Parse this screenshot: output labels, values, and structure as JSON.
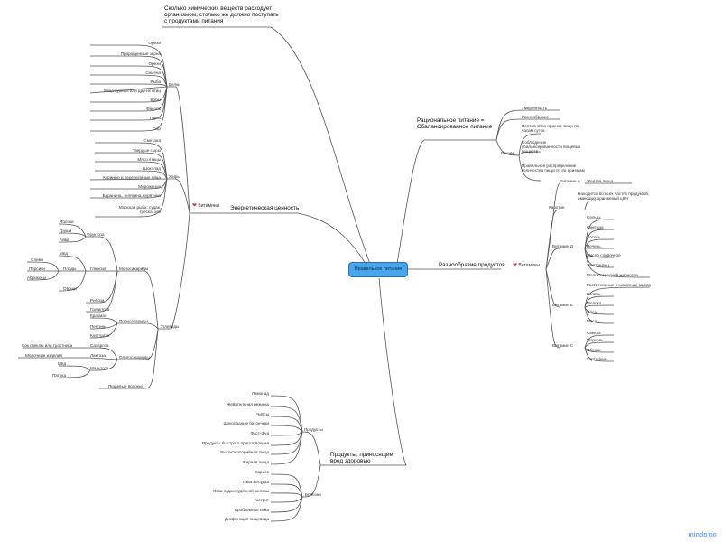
{
  "center": "Правильное питание",
  "note": "Сколько химических веществ расходует организмом, столько же должно поступать с продуктами питания",
  "branches": {
    "energy": "Энергетическая ценность",
    "rational": "Рациональное питание = Сбалансированное питание",
    "variety": "Разнообразие продуктов",
    "harmful": "Продукты, приносящие вред здоровью"
  },
  "vitamins_label": "Витамины",
  "proteins": {
    "label": "Белки",
    "items": [
      "Орехи",
      "Пророщенные зерна",
      "Орехи",
      "Семена",
      "Рыба",
      "Яйца курицы или других птиц",
      "Бобы",
      "Фасоль",
      "Горох",
      "Сыр"
    ]
  },
  "fats": {
    "label": "Жиры",
    "items": [
      "Сметана",
      "Твердые сыры",
      "Мясо птицы",
      "Шоколад",
      "Куриные и перепелиные яйца",
      "Мороженое",
      "Баранина, телятина, курятина",
      "Морская рыба: судак, треска, хек"
    ]
  },
  "carbs": {
    "label": "Углеводы",
    "mono": "Моносахариды",
    "fructose": "Фруктоза",
    "fructose_items": [
      "Яблоки",
      "Груши",
      "Айва"
    ],
    "glucose": "Глюкоза",
    "glucose_items": [
      "Мёд",
      "Сливы",
      "Персики",
      "Абрикосы",
      "Овощи"
    ],
    "fruits": "Плоды",
    "ribose": "Рибоза",
    "galactose": "Галактоза",
    "poly": "Полисахариды",
    "poly_items": [
      "Крахмал",
      "Пектины",
      "Клетчатка"
    ],
    "oligo": "Олигосахариды",
    "sucrose": "Сахароза",
    "sucrose_item": "Сок свеклы или тростника",
    "lactose": "Лактоза",
    "lactose_item": "Молочные изделия",
    "maltose": "Мальтоза",
    "maltose_items": [
      "Мёд",
      "Патока"
    ],
    "fiber": "Пищевые волокна"
  },
  "rational_items": {
    "moderation": "Умеренность",
    "variety": "Разнообразие",
    "regime": "Режим",
    "regime_items": [
      "Постоянство приема пищи по часам суток",
      "Соблюдение сбалансированности пищевых веществ",
      "Правильное распределение количества пищи по ее приемам"
    ]
  },
  "vitamin_groups": [
    {
      "label": "Витамин А",
      "items": [
        "Желтая пища"
      ]
    },
    {
      "label": "Каротин",
      "items": [
        "Находится во всех частях продуктов, имеющих оранжевый цвет"
      ]
    },
    {
      "label": "Витамин Д",
      "items": [
        "Сельдь",
        "Сметана",
        "Лосось",
        "Печень",
        "Масло сливочное",
        "Желток яиц",
        "Молоко средней жирности"
      ]
    },
    {
      "label": "Витамин Е",
      "items": [
        "Растительные и животные масла",
        "Зелень",
        "Молоко",
        "Яйца",
        "Мясо"
      ]
    },
    {
      "label": "Витамин С",
      "items": [
        "Свекла",
        "Морковь",
        "Яблоки",
        "Картофель"
      ]
    }
  ],
  "harmful": {
    "products": "Продукты",
    "product_items": [
      "Лимонад",
      "Жевательная резинка",
      "Чипсы",
      "Шоколадные батончики",
      "Фаст-фуд",
      "Продукты быстрого приготовления",
      "Высококалорийная пища",
      "Жирная пища"
    ],
    "diseases": "Болезни",
    "disease_items": [
      "Кариес",
      "Язва желудка",
      "Язва поджелудочной железы",
      "Гастрит",
      "Проблемная кожа",
      "Дисфункция пищевода"
    ]
  },
  "watermark": "mindomo"
}
